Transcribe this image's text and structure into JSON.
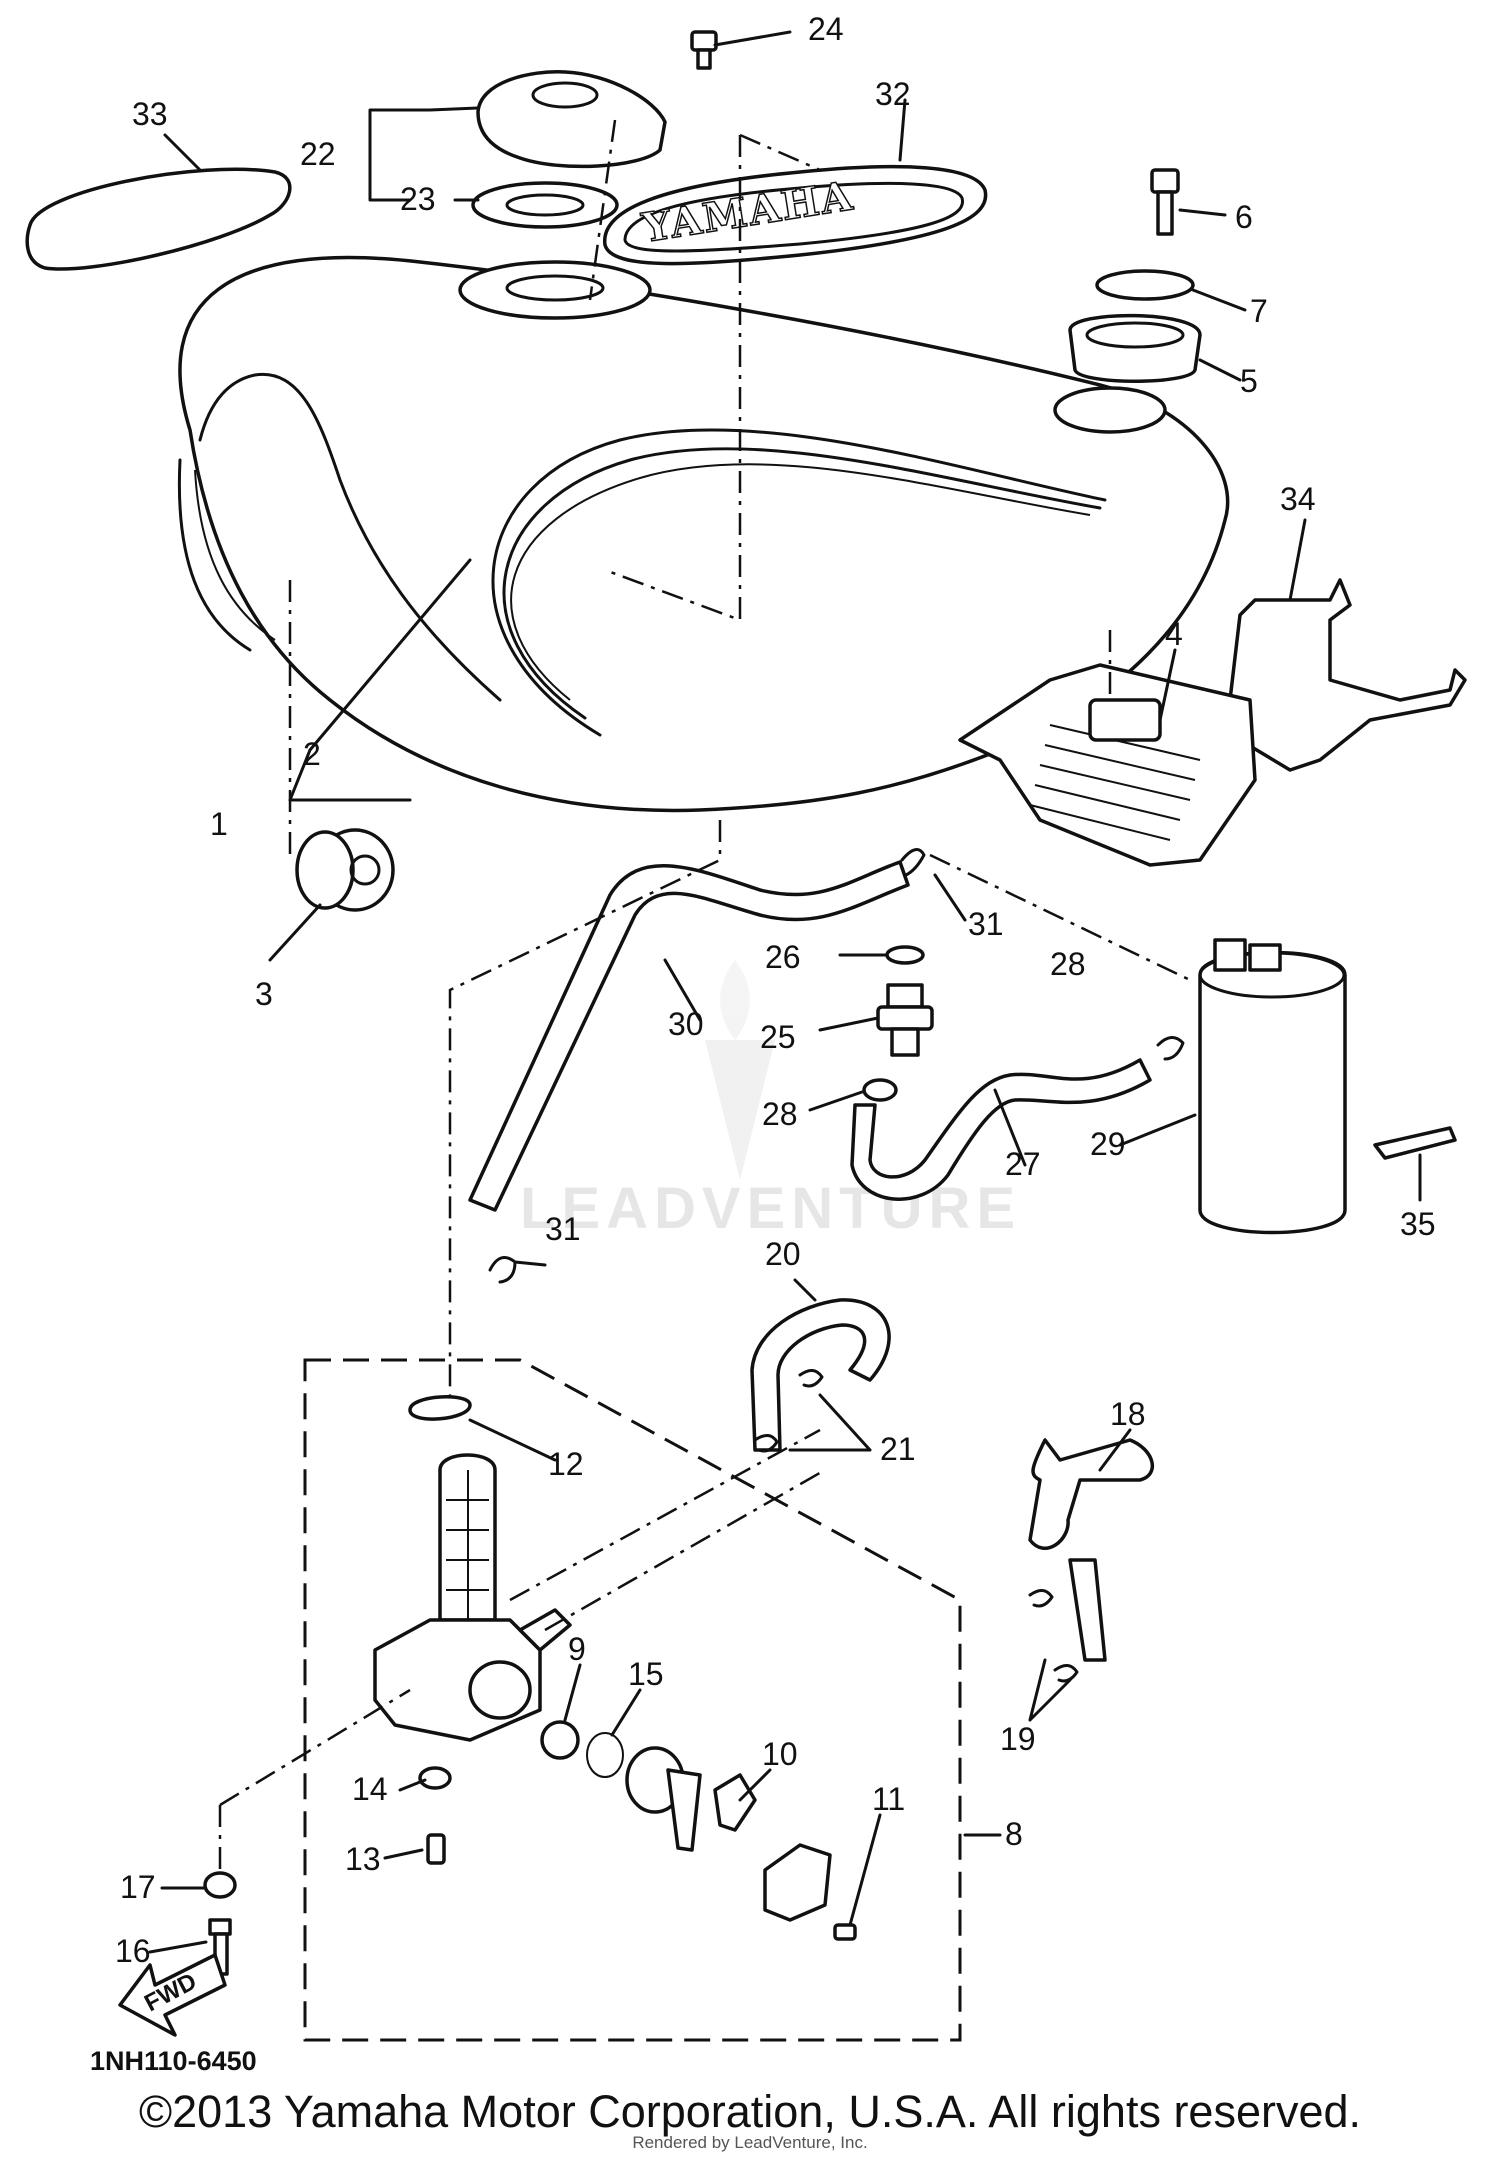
{
  "diagram": {
    "part_code": "1NH110-6450",
    "forward_marker": "FWD",
    "emblem_text": "YAMAHA",
    "watermark": "LEADVENTURE",
    "callouts": [
      "24",
      "33",
      "32",
      "22",
      "23",
      "6",
      "7",
      "5",
      "34",
      "4",
      "2",
      "1",
      "3",
      "31",
      "26",
      "28",
      "30",
      "25",
      "28",
      "29",
      "35",
      "27",
      "31",
      "20",
      "12",
      "21",
      "18",
      "19",
      "9",
      "15",
      "10",
      "14",
      "11",
      "8",
      "13",
      "17",
      "16"
    ]
  },
  "footer": {
    "copyright": "©2013 Yamaha Motor Corporation, U.S.A. All rights reserved.",
    "rendered_by": "Rendered by LeadVenture, Inc."
  },
  "colors": {
    "ink": "#111111",
    "background": "#ffffff",
    "watermark": "#c8c8c8"
  }
}
